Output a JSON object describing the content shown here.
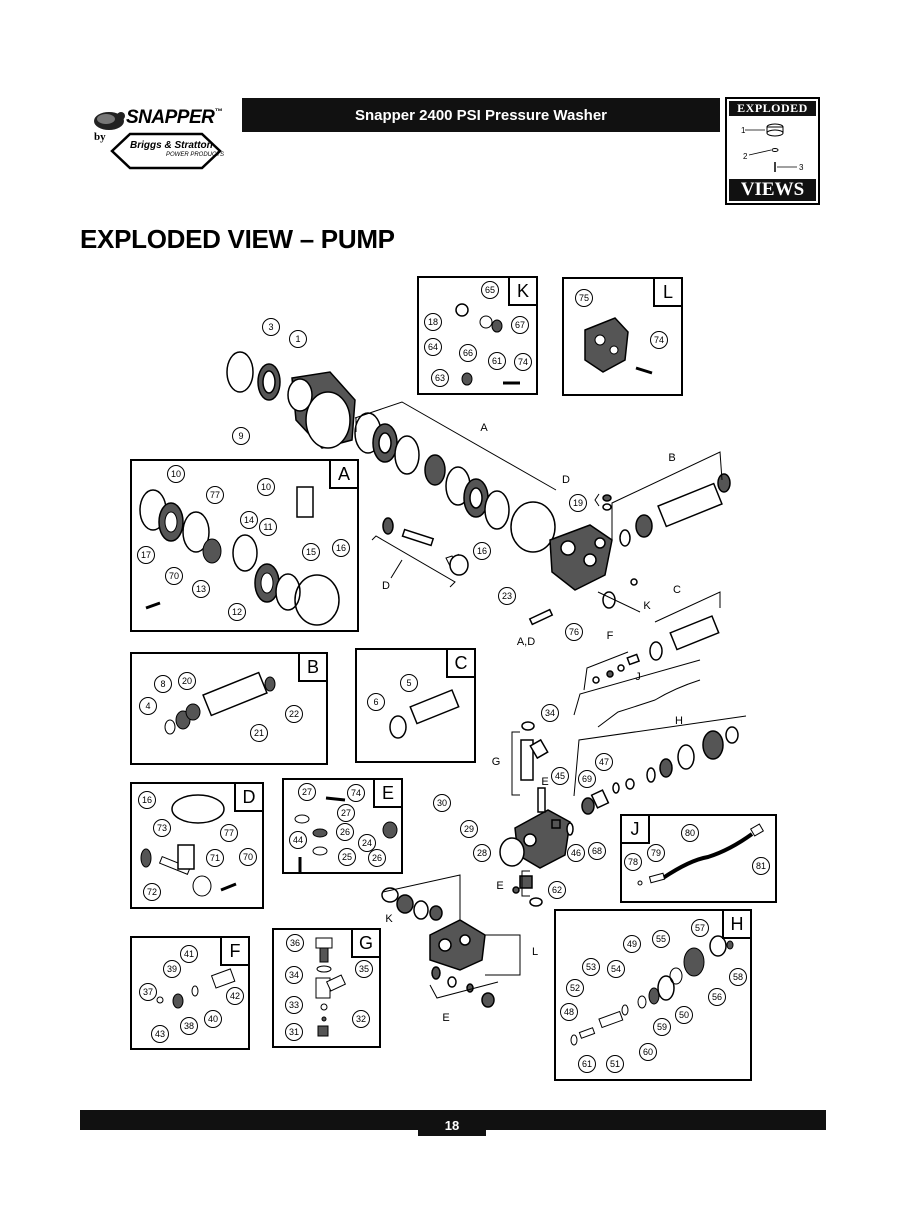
{
  "header": {
    "brand": "SNAPPER",
    "tm": "™",
    "by": "by",
    "partner": "Briggs & Stratton",
    "partner_sub": "POWER PRODUCTS",
    "title": "Snapper 2400 PSI Pressure Washer",
    "badge_top": "EXPLODED",
    "badge_bottom": "VIEWS",
    "badge_parts": [
      "1",
      "2",
      "3"
    ]
  },
  "page_title": "EXPLODED VIEW – PUMP",
  "page_number": "18",
  "group_labels": {
    "A": "A",
    "B": "B",
    "C": "C",
    "D": "D",
    "E": "E",
    "F": "F",
    "G": "G",
    "H": "H",
    "J": "J",
    "K": "K",
    "L": "L",
    "AD": "A,D"
  },
  "boxes": {
    "K": {
      "tag": "K",
      "parts": [
        "65",
        "18",
        "67",
        "64",
        "66",
        "61",
        "74",
        "63"
      ]
    },
    "L": {
      "tag": "L",
      "parts": [
        "75",
        "74"
      ]
    },
    "A": {
      "tag": "A",
      "parts": [
        "10",
        "77",
        "10",
        "14",
        "11",
        "17",
        "13",
        "15",
        "16",
        "70",
        "12"
      ]
    },
    "B": {
      "tag": "B",
      "parts": [
        "8",
        "20",
        "4",
        "22",
        "21"
      ]
    },
    "C": {
      "tag": "C",
      "parts": [
        "5",
        "6"
      ]
    },
    "D": {
      "tag": "D",
      "parts": [
        "16",
        "73",
        "77",
        "71",
        "70",
        "72"
      ]
    },
    "E": {
      "tag": "E",
      "parts": [
        "27",
        "74",
        "27",
        "44",
        "26",
        "24",
        "25",
        "26"
      ]
    },
    "F": {
      "tag": "F",
      "parts": [
        "41",
        "39",
        "37",
        "40",
        "42",
        "38",
        "43"
      ]
    },
    "G": {
      "tag": "G",
      "parts": [
        "36",
        "35",
        "34",
        "33",
        "32",
        "31"
      ]
    },
    "H": {
      "tag": "H",
      "parts": [
        "57",
        "49",
        "55",
        "53",
        "54",
        "58",
        "52",
        "56",
        "48",
        "59",
        "50",
        "60",
        "61",
        "51"
      ]
    },
    "J": {
      "tag": "J",
      "parts": [
        "80",
        "78",
        "79",
        "81"
      ]
    }
  },
  "main_callouts": [
    "3",
    "1",
    "9",
    "19",
    "16",
    "23",
    "76",
    "34",
    "30",
    "29",
    "28",
    "45",
    "69",
    "47",
    "46",
    "68",
    "62"
  ]
}
